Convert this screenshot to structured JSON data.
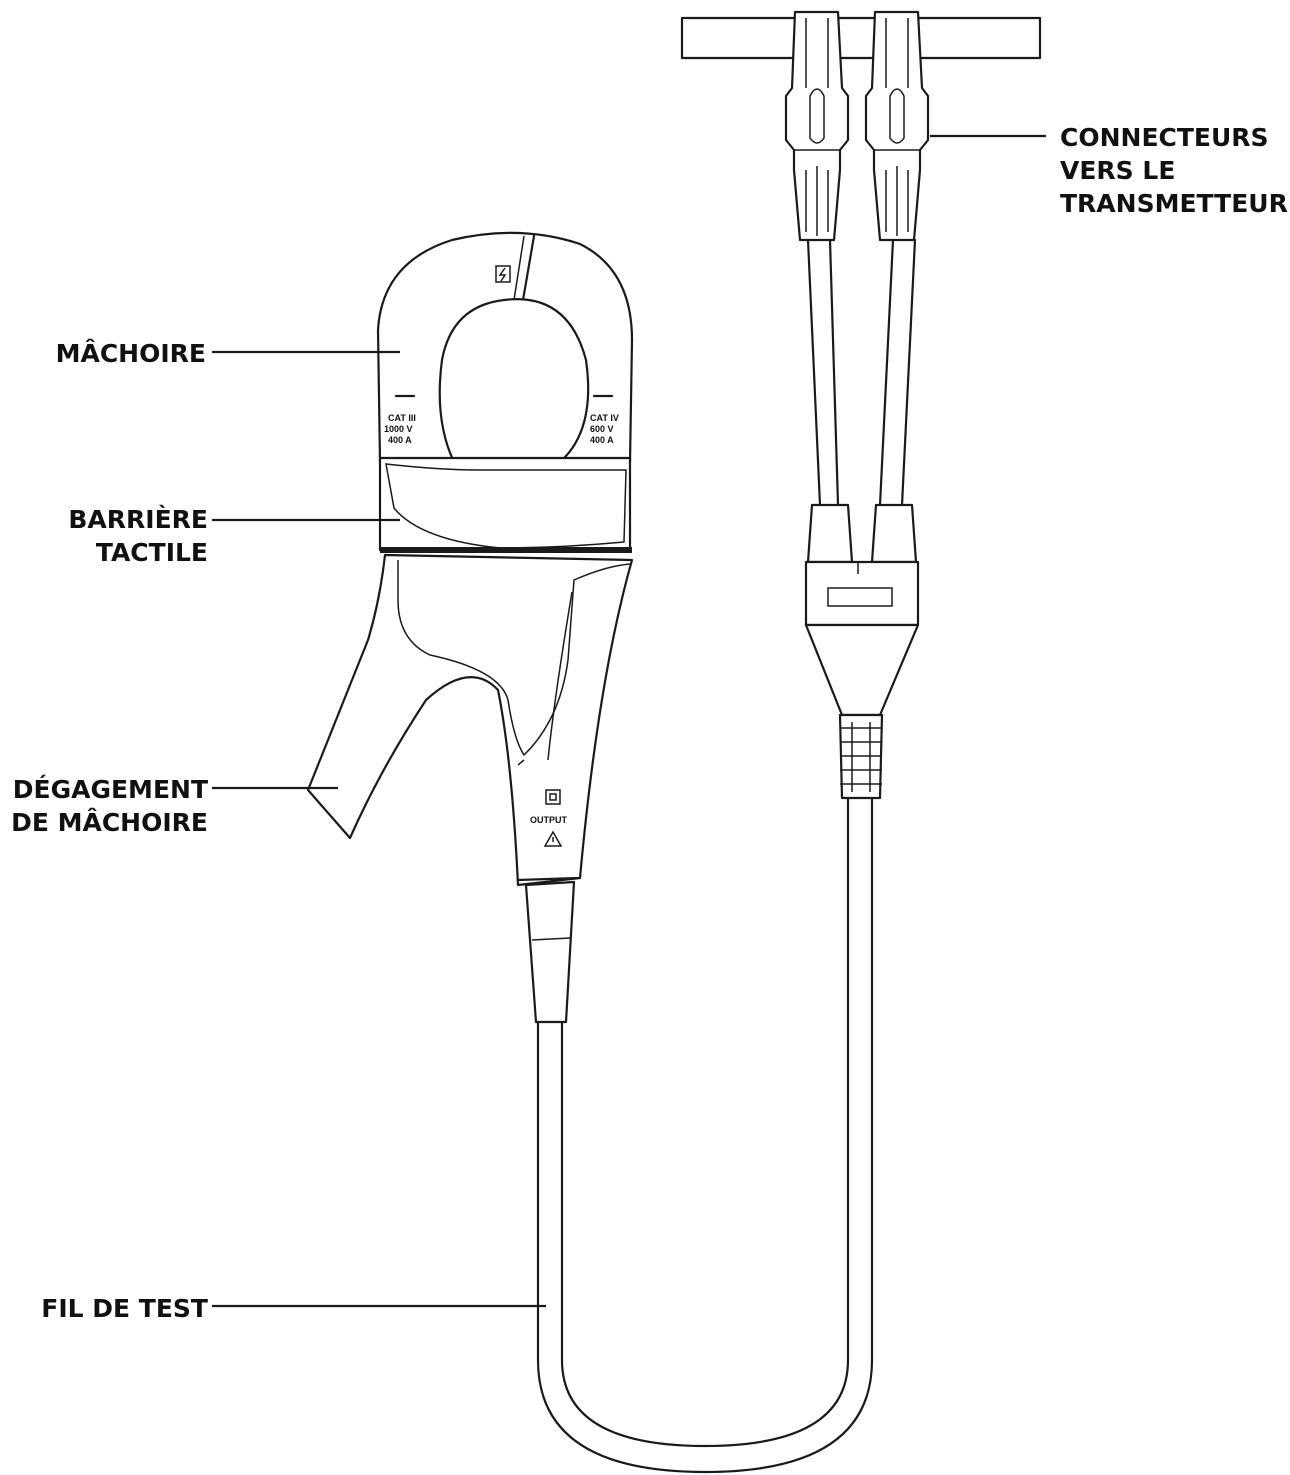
{
  "callouts": {
    "jaw": "MÂCHOIRE",
    "barrier_line1": "BARRIÈRE",
    "barrier_line2": "TACTILE",
    "release_line1": "DÉGAGEMENT",
    "release_line2": "DE MÂCHOIRE",
    "test_lead": "FIL DE TEST",
    "connectors_line1": "CONNECTEURS",
    "connectors_line2": "VERS LE",
    "connectors_line3": "TRANSMETTEUR"
  },
  "device_markings": {
    "left_line1": "CAT III",
    "left_line2": "1000 V",
    "left_line3": "400 A",
    "right_line1": "CAT IV",
    "right_line2": "600 V",
    "right_line3": "400 A",
    "output_label": "OUTPUT"
  },
  "icons": {
    "jaw_top": "lightning-box-icon",
    "output_jack": "square-jack-icon",
    "warning": "warning-triangle-icon"
  }
}
